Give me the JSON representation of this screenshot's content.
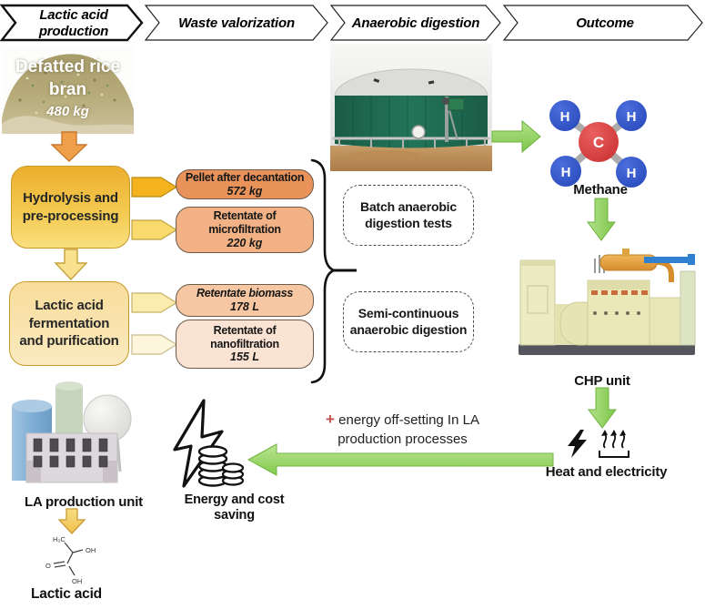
{
  "header": {
    "stages": [
      "Lactic acid production",
      "Waste valorization",
      "Anaerobic digestion",
      "Outcome"
    ]
  },
  "production": {
    "feedstock_name": "Defatted rice bran",
    "feedstock_amount": "480 kg",
    "step_hydrolysis": "Hydrolysis and pre-processing",
    "step_fermentation": "Lactic acid fermentation and purification"
  },
  "waste_streams": [
    {
      "name": "Pellet after decantation",
      "amount": "572 kg"
    },
    {
      "name": "Retentate of microfiltration",
      "amount": "220 kg"
    },
    {
      "name": "Retentate biomass",
      "amount": "178 L"
    },
    {
      "name": "Retentate of nanofiltration",
      "amount": "155 L"
    }
  ],
  "digestion": {
    "batch": "Batch anaerobic digestion tests",
    "semi_continuous": "Semi-continuous anaerobic digestion"
  },
  "outcome": {
    "methane": {
      "label": "Methane",
      "carbon": "C",
      "hydrogen": "H"
    },
    "chp_label": "CHP unit",
    "heat_electricity_label": "Heat and electricity",
    "offset_plus": "+",
    "offset_line1": "energy off-setting In LA",
    "offset_line2": "production processes",
    "saving_label": "Energy and cost saving"
  },
  "la_unit": {
    "label": "LA production unit",
    "product": "Lactic acid",
    "formula": {
      "methyl": "H₃C",
      "hydroxyl": "OH",
      "oxygen": "O",
      "acid_oh": "OH"
    }
  },
  "colors": {
    "stream_fills": [
      "#e9935b",
      "#f2b285",
      "#f6c7a2",
      "#fae3d3"
    ],
    "flow_gold": "#ecae2d",
    "arrow_green": "#8ccf57",
    "methane_carbon": "#d93a3a",
    "methane_hydrogen": "#2f55cc",
    "plus_red": "#c0504d"
  }
}
